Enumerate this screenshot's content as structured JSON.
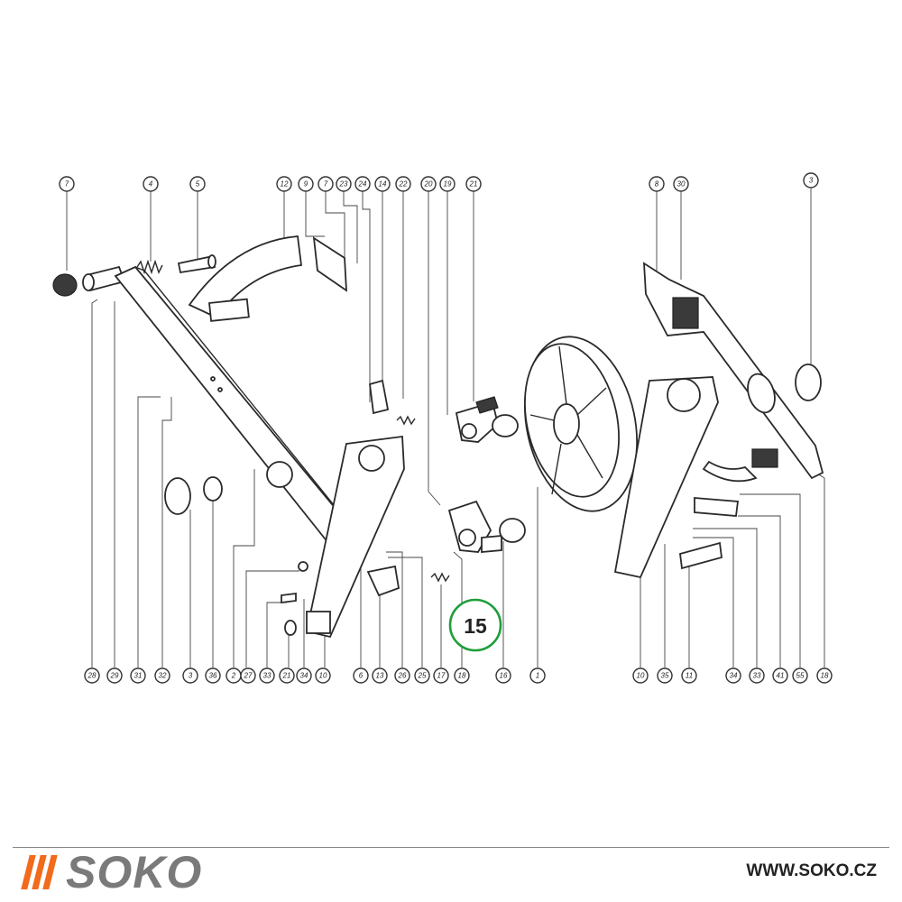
{
  "brand": {
    "name": "SOKO",
    "url": "WWW.SOKO.CZ",
    "accent_color": "#f26a1b",
    "name_color": "#7a7a7a",
    "logo_icon": "three-slanted-bars-icon"
  },
  "highlight": {
    "label": "15",
    "ring_color": "#1e9e3a"
  },
  "callouts_top": [
    {
      "id": "7",
      "label": "7"
    },
    {
      "id": "4",
      "label": "4"
    },
    {
      "id": "5",
      "label": "5"
    },
    {
      "id": "12",
      "label": "12"
    },
    {
      "id": "9",
      "label": "9"
    },
    {
      "id": "7b",
      "label": "7"
    },
    {
      "id": "23",
      "label": "23"
    },
    {
      "id": "24",
      "label": "24"
    },
    {
      "id": "14",
      "label": "14"
    },
    {
      "id": "22",
      "label": "22"
    },
    {
      "id": "20",
      "label": "20"
    },
    {
      "id": "19",
      "label": "19"
    },
    {
      "id": "21",
      "label": "21"
    },
    {
      "id": "8",
      "label": "8"
    },
    {
      "id": "30",
      "label": "30"
    },
    {
      "id": "3",
      "label": "3"
    }
  ],
  "callouts_bottom": [
    {
      "id": "28",
      "label": "28"
    },
    {
      "id": "29",
      "label": "29"
    },
    {
      "id": "31",
      "label": "31"
    },
    {
      "id": "32",
      "label": "32"
    },
    {
      "id": "3b",
      "label": "3"
    },
    {
      "id": "36",
      "label": "36"
    },
    {
      "id": "2",
      "label": "2"
    },
    {
      "id": "27",
      "label": "27"
    },
    {
      "id": "33",
      "label": "33"
    },
    {
      "id": "21b",
      "label": "21"
    },
    {
      "id": "34",
      "label": "34"
    },
    {
      "id": "10",
      "label": "10"
    },
    {
      "id": "6",
      "label": "6"
    },
    {
      "id": "13",
      "label": "13"
    },
    {
      "id": "26",
      "label": "26"
    },
    {
      "id": "25",
      "label": "25"
    },
    {
      "id": "17",
      "label": "17"
    },
    {
      "id": "18",
      "label": "18"
    },
    {
      "id": "16",
      "label": "16"
    },
    {
      "id": "1",
      "label": "1"
    },
    {
      "id": "10b",
      "label": "10"
    },
    {
      "id": "35",
      "label": "35"
    },
    {
      "id": "11",
      "label": "11"
    },
    {
      "id": "34b",
      "label": "34"
    },
    {
      "id": "33b",
      "label": "33"
    },
    {
      "id": "41",
      "label": "41"
    },
    {
      "id": "55",
      "label": "55"
    },
    {
      "id": "18b",
      "label": "18"
    }
  ]
}
